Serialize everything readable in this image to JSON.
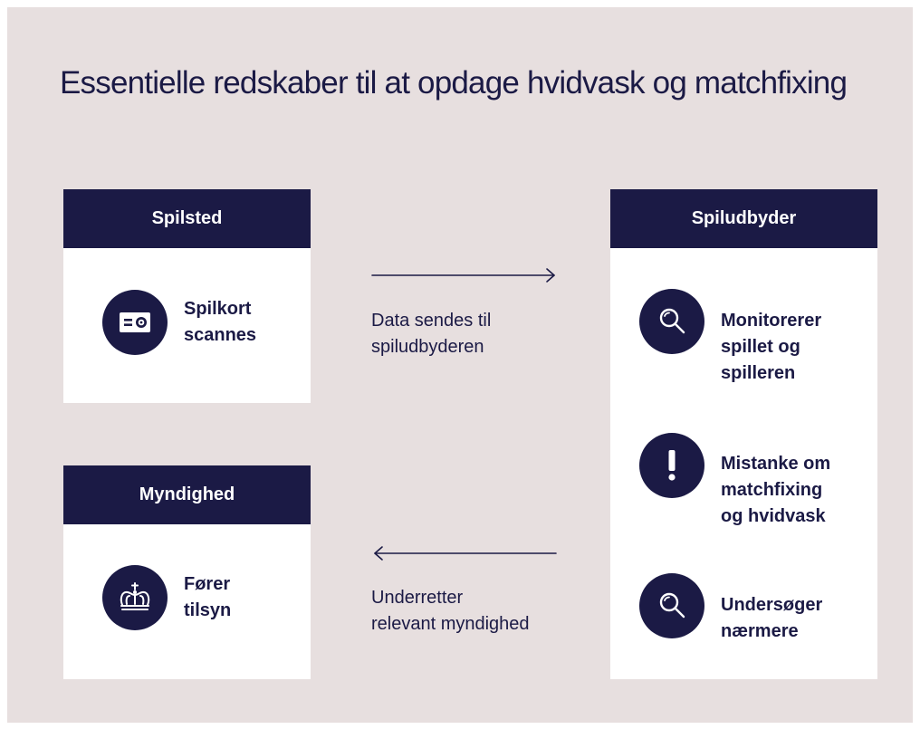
{
  "title": "Essentielle redskaber til at opdage hvidvask og matchfixing",
  "spilsted": {
    "header": "Spilsted",
    "item": {
      "icon": "card-scanner-icon",
      "text": "Spilkort\nscannes"
    }
  },
  "myndighed": {
    "header": "Myndighed",
    "item": {
      "icon": "crown-icon",
      "text": "Fører\ntilsyn"
    }
  },
  "spiludbyder": {
    "header": "Spiludbyder",
    "items": [
      {
        "icon": "magnifier-icon",
        "text": "Monitorerer\nspillet og\nspilleren"
      },
      {
        "icon": "exclamation-icon",
        "text": "Mistanke om\nmatchfixing\nog hvidvask"
      },
      {
        "icon": "magnifier-icon",
        "text": "Undersøger\nnærmere"
      }
    ]
  },
  "flows": {
    "to_provider": {
      "direction": "right",
      "label": "Data sendes til\nspiludbyderen"
    },
    "to_authority": {
      "direction": "left",
      "label": "Underretter\nrelevant myndighed"
    }
  },
  "colors": {
    "background": "#e7dfdf",
    "navy": "#1b1a45",
    "card": "#ffffff"
  }
}
